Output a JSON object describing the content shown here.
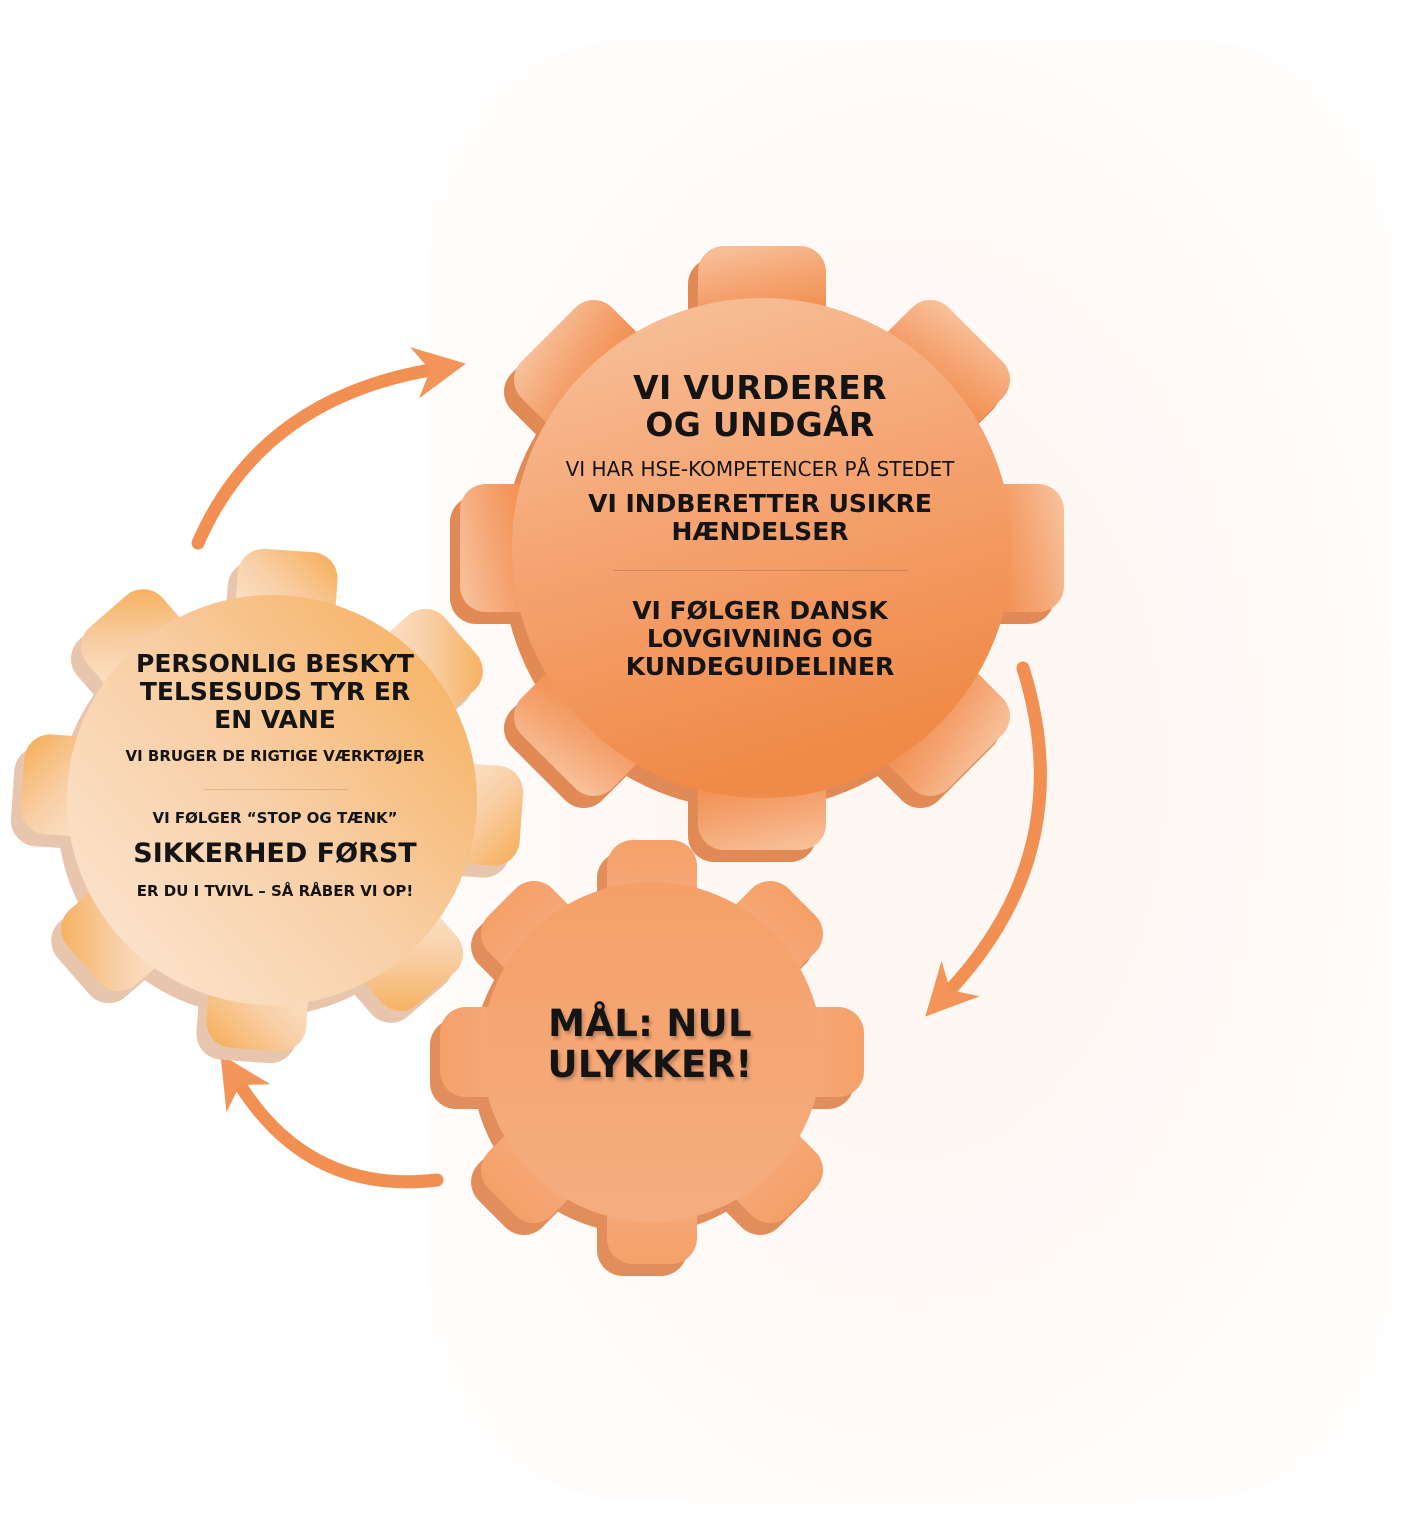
{
  "colors": {
    "top_gear": "#f4a06a",
    "left_gear": "#f8c48a",
    "bottom_gear": "#f4a36e",
    "arrow": "#f28f52",
    "text": "#141414"
  },
  "top_gear": {
    "title": "VI VURDERER OG UNDGÅR",
    "line1": "VI HAR HSE-KOMPETENCER PÅ STEDET",
    "line2": "VI INDBERETTER USIKRE HÆNDELSER",
    "line3": "VI FØLGER DANSK LOVGIVNING OG KUNDEGUIDELINER"
  },
  "left_gear": {
    "title": "PERSONLIG BESKYTTELSESUDS TYR ER EN VANE",
    "line1": "VI BRUGER DE RIGTIGE VÆRKTØJER",
    "line2": "VI FØLGER “STOP OG TÆNK”",
    "line3": "SIKKERHED FØRST",
    "line4": "ER DU I TVIVL – SÅ RÅBER VI OP!"
  },
  "bottom_gear": {
    "title": "MÅL: NUL ULYKKER!"
  }
}
